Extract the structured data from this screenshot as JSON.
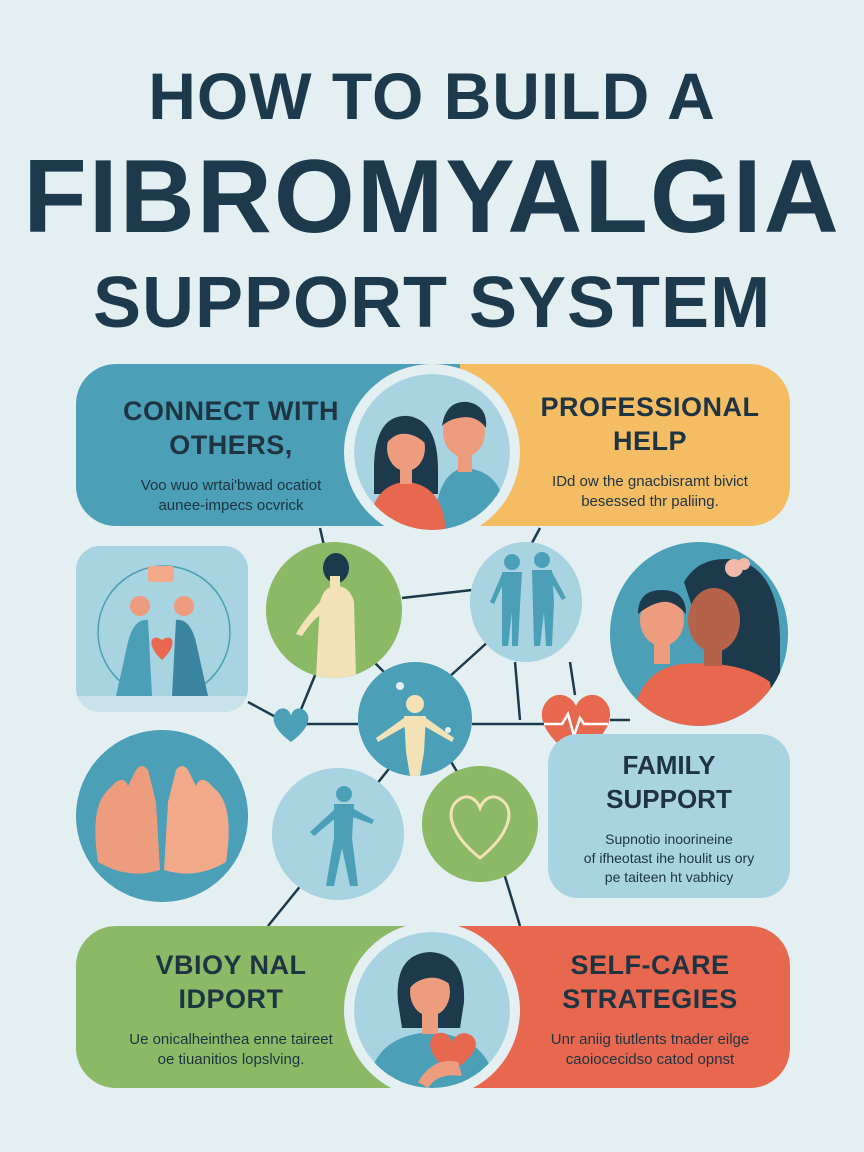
{
  "title": {
    "line1": "HOW TO BUILD A",
    "line2": "FIBROMYALGIA",
    "line3": "SUPPORT SYSTEM"
  },
  "cards": {
    "connect": {
      "heading_1": "CONNECT WITH",
      "heading_2": "OTHERS,",
      "body_1": "Voo wuo wrtai'bwad ocatiot",
      "body_2": "aunee-impecs ocvrick"
    },
    "professional": {
      "heading_1": "PROFESSIONAL",
      "heading_2": "HELP",
      "body_1": "IDd ow the gnacbisramt bivict",
      "body_2": "besessed thr paliing."
    },
    "family": {
      "heading_1": "FAMILY",
      "heading_2": "SUPPORT",
      "body_1": "Supnotio inoorineine",
      "body_2": "of ifheotast ihe houlit us ory",
      "body_3": "pe taiteen ht vabhicy"
    },
    "emotional": {
      "heading_1": "VBIOY NAL",
      "heading_2": "IDPORT",
      "body_1": "Ue onicalheinthea enne taireet",
      "body_2": "oe tiuanitios lopslving."
    },
    "selfcare": {
      "heading_1": "SELF-CARE",
      "heading_2": "STRATEGIES",
      "body_1": "Unr aniig tiutlents tnader eilge",
      "body_2": "caoiocecidso catod opnst"
    }
  },
  "colors": {
    "background": "#e3eff1",
    "title": "#1c3a4c",
    "blue": "#4b9fb6",
    "orange": "#f4bd63",
    "green": "#8cb966",
    "coral": "#e8674f",
    "light_blue": "#a8d3e0",
    "heart": "#e8674f"
  },
  "icons": [
    "couple-illustration",
    "hands-heart-illustration",
    "standing-figure-illustration",
    "walking-couple-illustration",
    "two-women-illustration",
    "meditating-figure-illustration",
    "open-hands-illustration",
    "dancing-figure-illustration",
    "heart-outline-icon",
    "heart-pulse-icon",
    "small-heart-icon",
    "woman-holding-heart-illustration"
  ]
}
